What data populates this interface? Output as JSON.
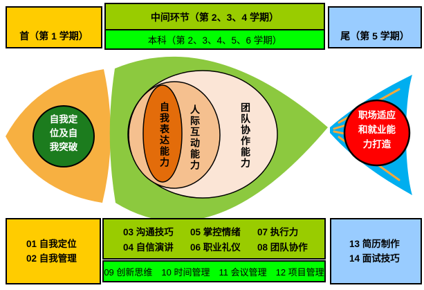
{
  "top_row": {
    "head": {
      "label": "首（第 1 学期）"
    },
    "middle": {
      "title": "中间环节（第 2、3、4 学期）",
      "subtitle": "本科（第 2、3、4、5、6 学期）"
    },
    "tail": {
      "label": "尾（第 5 学期）"
    }
  },
  "fish": {
    "head_circle": {
      "text": "自我定位及自我突破",
      "lines": [
        "自我定",
        "位及自",
        "我突破"
      ]
    },
    "ellipses": {
      "inner": "自我表达能力",
      "middle": "人际互动能力",
      "outer": "团队协作能力"
    },
    "tail_circle": {
      "text": "职场适应和就业能力打造",
      "lines": [
        "职场适应",
        "和就业能",
        "力打造"
      ]
    }
  },
  "bottom_row": {
    "head": {
      "items": [
        "01 自我定位",
        "02 自我管理"
      ]
    },
    "middle": {
      "rows": [
        [
          "03 沟通技巧",
          "05 掌控情绪",
          "07 执行力"
        ],
        [
          "04 自信演讲",
          "06 职业礼仪",
          "08 团队协作"
        ]
      ],
      "strip": [
        "09 创新思维",
        "10 时间管理",
        "11 会议管理",
        "12 项目管理"
      ]
    },
    "tail": {
      "items": [
        "13 简历制作",
        "14 面试技巧"
      ]
    }
  },
  "colors": {
    "stage_yellow": "#FFCC00",
    "stage_olive": "#99CC00",
    "stage_bright_green": "#00FF00",
    "stage_blue": "#99CCFF",
    "fish_head_orange": "#F7B041",
    "head_circle_green": "#1C7C1E",
    "body_green": "#8CC93F",
    "ellipse_outer_cream": "#FBE5D6",
    "ellipse_middle_peach": "#F5C08F",
    "ellipse_inner_orange": "#E36C0A",
    "tail_blue": "#00AEEF",
    "tail_stripe_orange": "#F7A93B",
    "tail_circle_red": "#FF0000"
  }
}
